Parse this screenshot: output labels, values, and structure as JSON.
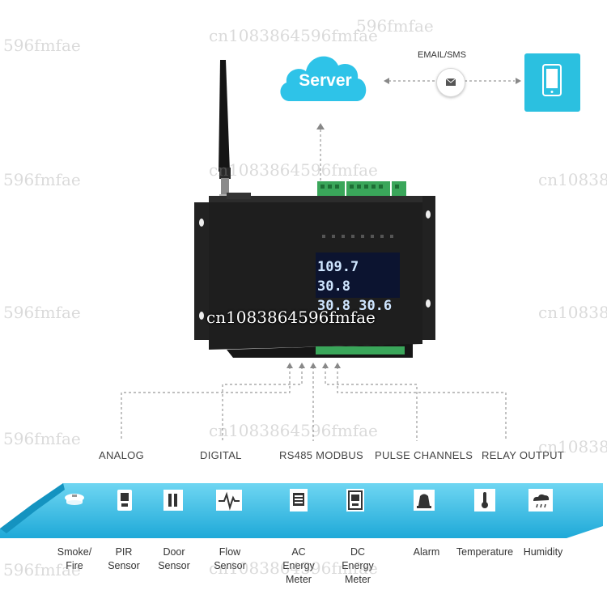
{
  "server": {
    "label": "Server"
  },
  "email": {
    "label": "EMAIL/SMS"
  },
  "device": {
    "display_values": [
      "109.7",
      "30.8",
      "30.8",
      "30.6"
    ]
  },
  "connectors": [
    "ANALOG",
    "DIGITAL",
    "RS485 MODBUS",
    "PULSE CHANNELS",
    "RELAY OUTPUT"
  ],
  "sensors": [
    {
      "icon": "smoke-fire-detector-icon",
      "lines": [
        "Smoke/",
        "Fire"
      ]
    },
    {
      "icon": "pir-sensor-icon",
      "lines": [
        "PIR",
        "Sensor"
      ]
    },
    {
      "icon": "door-sensor-icon",
      "lines": [
        "Door",
        "Sensor"
      ]
    },
    {
      "icon": "flow-sensor-icon",
      "lines": [
        "Flow",
        "Sensor"
      ]
    },
    {
      "icon": "ac-energy-meter-icon",
      "lines": [
        "AC",
        "Energy",
        "Meter"
      ]
    },
    {
      "icon": "dc-energy-meter-icon",
      "lines": [
        "DC",
        "Energy",
        "Meter"
      ]
    },
    {
      "icon": "alarm-icon",
      "lines": [
        "Alarm"
      ]
    },
    {
      "icon": "temperature-icon",
      "lines": [
        "Temperature"
      ]
    },
    {
      "icon": "humidity-icon",
      "lines": [
        "Humidity"
      ]
    }
  ],
  "watermarks": [
    "596fmfae",
    "cn1083864596fmfae",
    "596fmfae",
    "cn1083864596fmfae",
    "cn10838",
    "596fmfae",
    "cn1083864596fmfae",
    "cn10838",
    "596fmfae",
    "cn1083864596fmfae",
    "596fmfae",
    "cn10838",
    "cn1083864596fmfae",
    "596fmfae"
  ],
  "colors": {
    "accent": "#2bbfe0",
    "band": "#2ab7e0",
    "device": "#1e1e1e",
    "terminal": "#3aa65a"
  }
}
